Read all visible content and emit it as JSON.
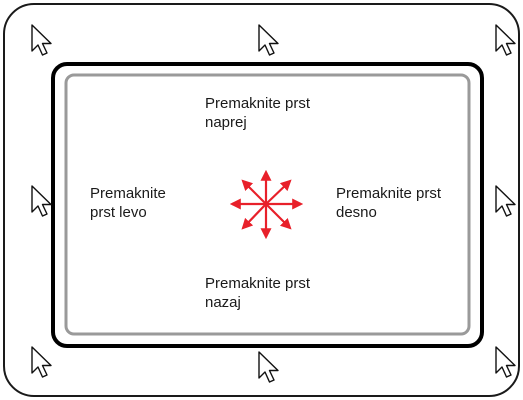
{
  "labels": {
    "forward": [
      "Premaknite prst",
      "naprej"
    ],
    "left": [
      "Premaknite",
      "prst levo"
    ],
    "right": [
      "Premaknite prst",
      "desno"
    ],
    "back": [
      "Premaknite prst",
      "nazaj"
    ]
  },
  "icons": {
    "cursor": "mouse-pointer-icon",
    "move": "eight-way-move-arrows-icon"
  },
  "colors": {
    "outer_border": "#1a1a1a",
    "frame_black": "#000000",
    "frame_gray": "#9a9a9a",
    "arrows": "#e8202a"
  }
}
